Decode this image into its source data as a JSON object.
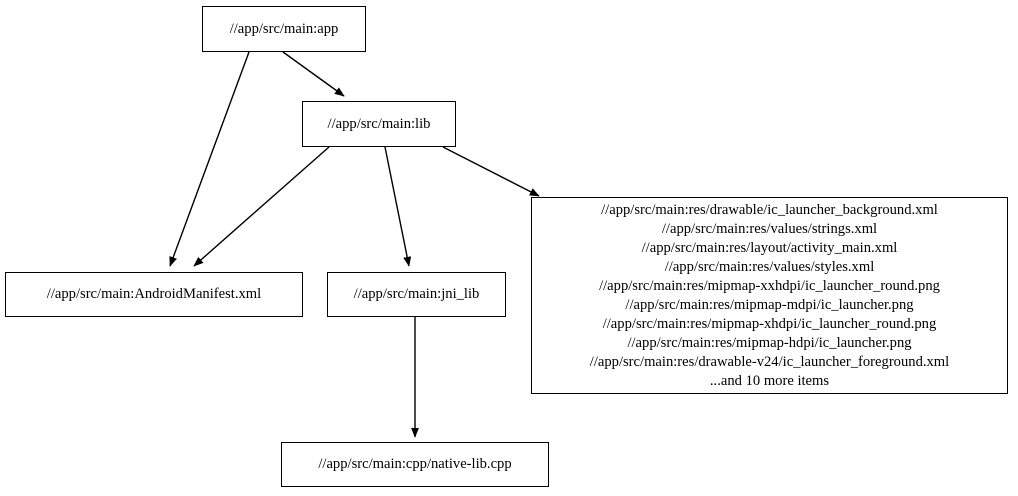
{
  "graph": {
    "type": "directed-dependency-graph",
    "background_color": "#ffffff",
    "node_border_color": "#000000",
    "edge_color": "#000000",
    "text_color": "#000000",
    "nodes": [
      {
        "id": "app",
        "label": "//app/src/main:app"
      },
      {
        "id": "lib",
        "label": "//app/src/main:lib"
      },
      {
        "id": "manifest",
        "label": "//app/src/main:AndroidManifest.xml"
      },
      {
        "id": "jni_lib",
        "label": "//app/src/main:jni_lib"
      },
      {
        "id": "native_lib",
        "label": "//app/src/main:cpp/native-lib.cpp"
      },
      {
        "id": "resources",
        "label": "//app/src/main:res/drawable/ic_launcher_background.xml\n//app/src/main:res/values/strings.xml\n//app/src/main:res/layout/activity_main.xml\n//app/src/main:res/values/styles.xml\n//app/src/main:res/mipmap-xxhdpi/ic_launcher_round.png\n//app/src/main:res/mipmap-mdpi/ic_launcher.png\n//app/src/main:res/mipmap-xhdpi/ic_launcher_round.png\n//app/src/main:res/mipmap-hdpi/ic_launcher.png\n//app/src/main:res/drawable-v24/ic_launcher_foreground.xml\n...and 10 more items",
        "lines": [
          "//app/src/main:res/drawable/ic_launcher_background.xml",
          "//app/src/main:res/values/strings.xml",
          "//app/src/main:res/layout/activity_main.xml",
          "//app/src/main:res/values/styles.xml",
          "//app/src/main:res/mipmap-xxhdpi/ic_launcher_round.png",
          "//app/src/main:res/mipmap-mdpi/ic_launcher.png",
          "//app/src/main:res/mipmap-xhdpi/ic_launcher_round.png",
          "//app/src/main:res/mipmap-hdpi/ic_launcher.png",
          "//app/src/main:res/drawable-v24/ic_launcher_foreground.xml",
          "...and 10 more items"
        ],
        "overflow_note": "...and 10 more items"
      }
    ],
    "edges": [
      {
        "from": "app",
        "to": "lib"
      },
      {
        "from": "app",
        "to": "manifest"
      },
      {
        "from": "lib",
        "to": "manifest"
      },
      {
        "from": "lib",
        "to": "jni_lib"
      },
      {
        "from": "lib",
        "to": "resources"
      },
      {
        "from": "jni_lib",
        "to": "native_lib"
      }
    ]
  }
}
